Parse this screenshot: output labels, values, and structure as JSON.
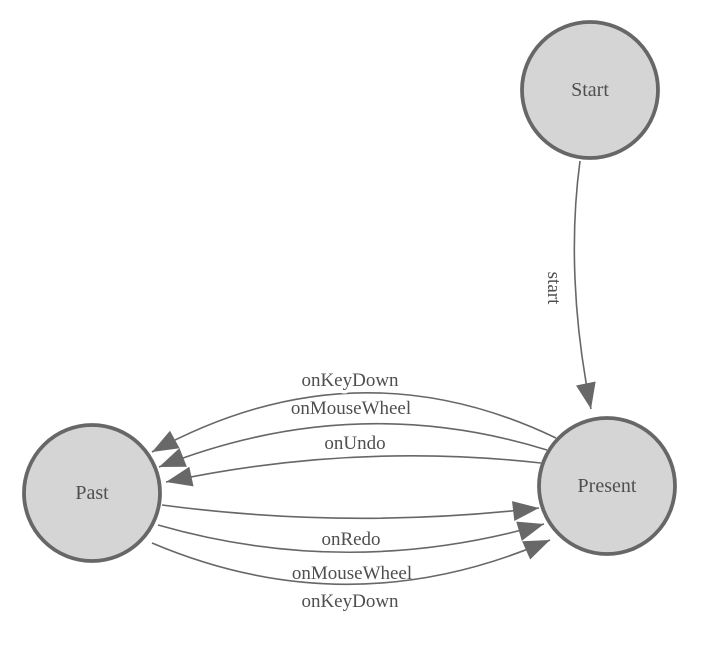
{
  "diagram": {
    "type": "state-machine",
    "nodes": [
      {
        "id": "start",
        "label": "Start"
      },
      {
        "id": "past",
        "label": "Past"
      },
      {
        "id": "present",
        "label": "Present"
      }
    ],
    "edges": [
      {
        "from": "start",
        "to": "present",
        "label": "start"
      },
      {
        "from": "present",
        "to": "past",
        "label": "onKeyDown"
      },
      {
        "from": "present",
        "to": "past",
        "label": "onMouseWheel"
      },
      {
        "from": "present",
        "to": "past",
        "label": "onUndo"
      },
      {
        "from": "past",
        "to": "present",
        "label": "onRedo"
      },
      {
        "from": "past",
        "to": "present",
        "label": "onMouseWheel"
      },
      {
        "from": "past",
        "to": "present",
        "label": "onKeyDown"
      }
    ],
    "colors": {
      "background": "#ffffff",
      "node_fill": "#d5d5d5",
      "node_stroke": "#676767",
      "edge_stroke": "#676767",
      "arrowhead_fill": "#686868",
      "label_color": "#4f4f4f"
    }
  }
}
